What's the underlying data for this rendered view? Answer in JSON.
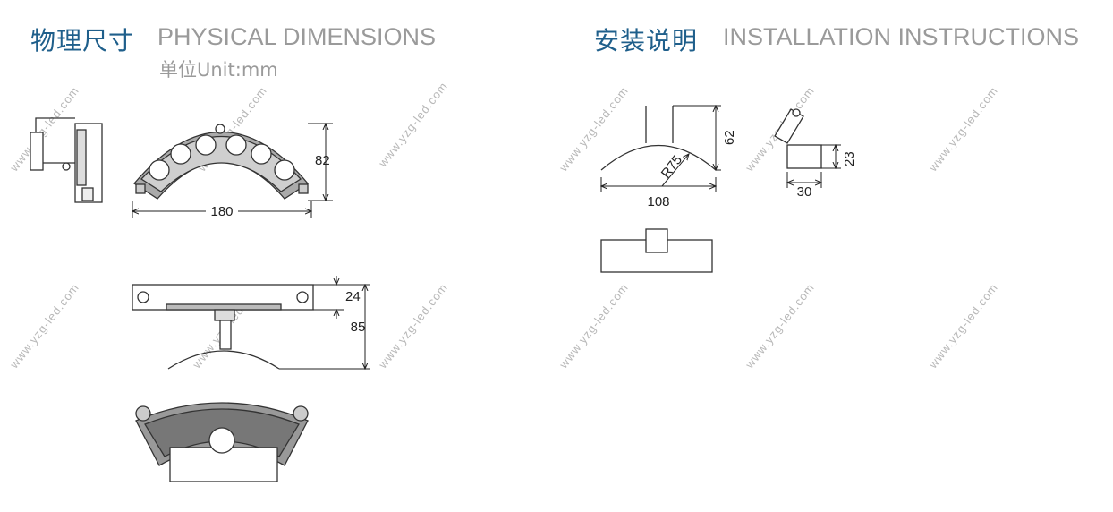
{
  "physical": {
    "title_cn": "物理尺寸",
    "title_en": "PHYSICAL DIMENSIONS",
    "unit": "单位Unit:mm",
    "dims": {
      "width": "180",
      "height": "82",
      "depth_top": "24",
      "depth_total": "85"
    }
  },
  "installation": {
    "title_cn": "安装说明",
    "title_en": "INSTALLATION INSTRUCTIONS",
    "dims": {
      "height": "62",
      "radius": "R75",
      "width": "108",
      "clamp_height": "23",
      "clamp_width": "30"
    }
  },
  "watermark": "www.yzg-led.com"
}
